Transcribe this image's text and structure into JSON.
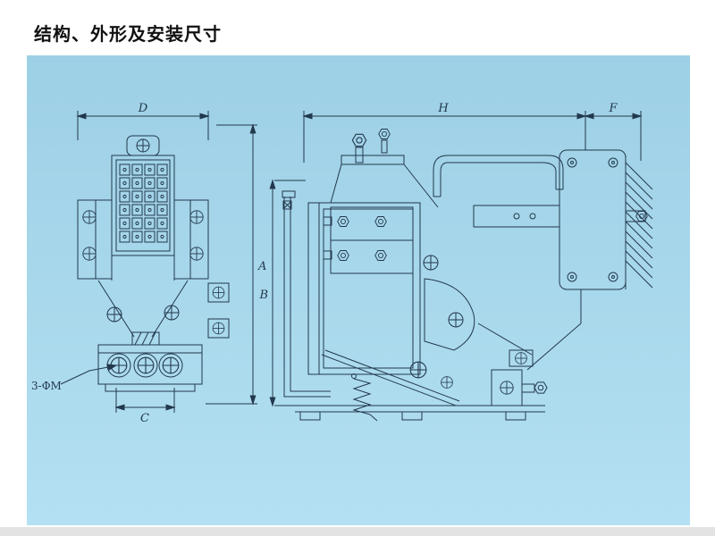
{
  "page": {
    "title": "结构、外形及安装尺寸"
  },
  "drawing": {
    "panel_color": "#a9dcf0",
    "line_color": "#22384c",
    "views": {
      "front": {
        "label": "front-outline-view",
        "dims": {
          "top": "D",
          "right": "A",
          "bottom": "C"
        },
        "hole_note": "3-ΦM"
      },
      "side": {
        "label": "side-installation-view",
        "dims": {
          "top": "H",
          "top_right": "F",
          "left": "B"
        }
      }
    }
  }
}
